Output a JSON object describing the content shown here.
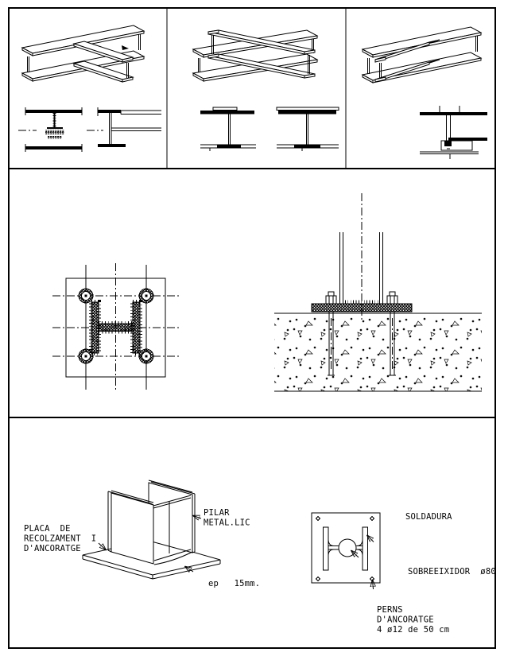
{
  "colors": {
    "ink": "#000000",
    "paper": "#ffffff"
  },
  "labels": {
    "placa_line1": "PLACA  DE",
    "placa_line2": "RECOLZAMENT  I",
    "placa_line3": "D'ANCORATGE",
    "pilar_line1": "PILAR",
    "pilar_line2": "METAL.LIC",
    "gruix": "ep   15mm.",
    "soldadura": "SOLDADURA",
    "sobreeixidor": "SOBREEIXIDOR  ø80",
    "perns_line1": "PERNS",
    "perns_line2": "D'ANCORATGE",
    "perns_line3": "4 ø12 de 50 cm"
  }
}
